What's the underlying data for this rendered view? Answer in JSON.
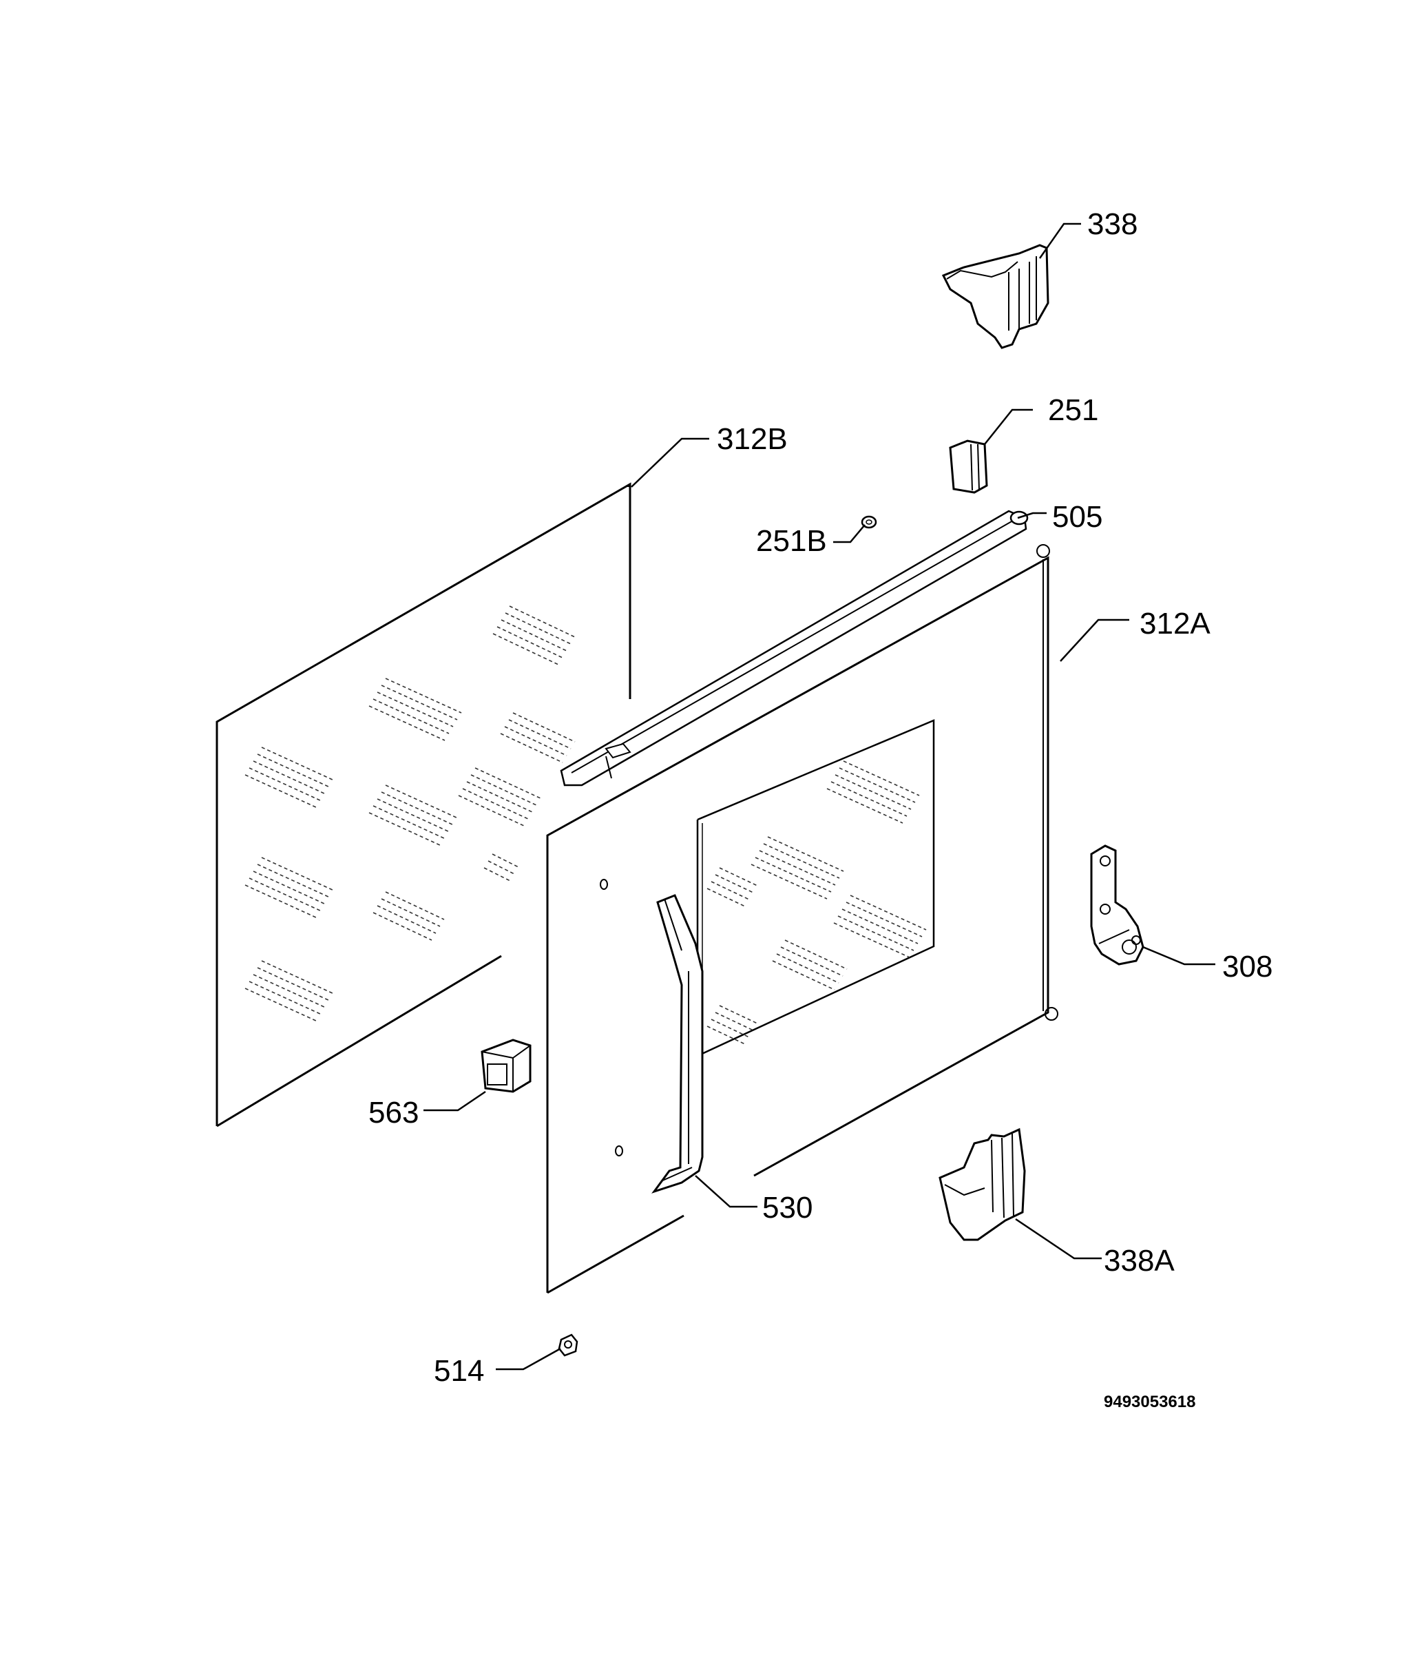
{
  "diagram": {
    "parts": [
      {
        "id": "p338",
        "label": "338"
      },
      {
        "id": "p251",
        "label": "251"
      },
      {
        "id": "p312b",
        "label": "312B"
      },
      {
        "id": "p251b",
        "label": "251B"
      },
      {
        "id": "p505",
        "label": "505"
      },
      {
        "id": "p312a",
        "label": "312A"
      },
      {
        "id": "p308",
        "label": "308"
      },
      {
        "id": "p563",
        "label": "563"
      },
      {
        "id": "p530",
        "label": "530"
      },
      {
        "id": "p338a",
        "label": "338A"
      },
      {
        "id": "p514",
        "label": "514"
      }
    ],
    "document_number": "9493053618"
  },
  "colors": {
    "line": "#000000",
    "background": "#ffffff"
  }
}
